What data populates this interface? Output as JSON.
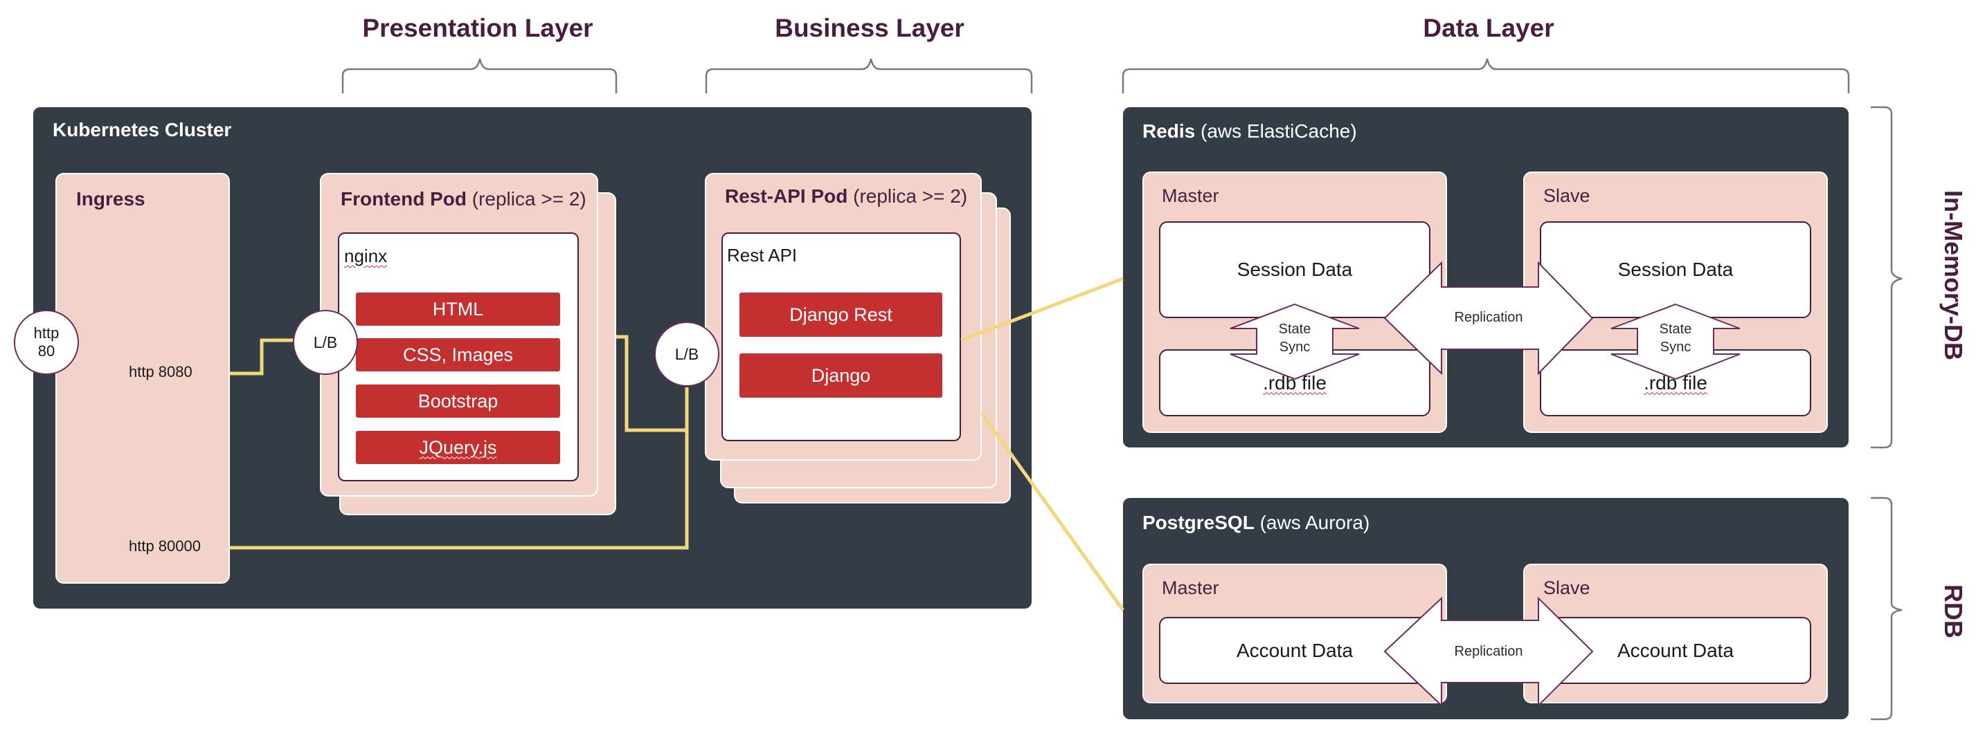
{
  "layers": {
    "presentation": "Presentation Layer",
    "business": "Business Layer",
    "data": "Data Layer",
    "in_memory": "In-Memory-DB",
    "rdb": "RDB"
  },
  "cluster": {
    "title": "Kubernetes Cluster",
    "ingress": {
      "title": "Ingress",
      "http_in": "http\n80",
      "port_8080": "http  8080",
      "port_80000": "http  80000"
    },
    "lb": "L/B",
    "frontend": {
      "title": "Frontend Pod",
      "note": "(replica >= 2)",
      "server": "nginx",
      "items": [
        "HTML",
        "CSS, Images",
        "Bootstrap",
        "JQuery.js"
      ]
    },
    "restapi": {
      "title": "Rest-API Pod",
      "note": "(replica >= 2)",
      "server": "Rest API",
      "items": [
        "Django Rest",
        "Django"
      ]
    }
  },
  "redis": {
    "title": "Redis",
    "note": "(aws ElastiCache)",
    "master": "Master",
    "slave": "Slave",
    "session": "Session Data",
    "rdb_file": ".rdb file",
    "state_sync": "State\nSync",
    "replication": "Replication"
  },
  "postgres": {
    "title": "PostgreSQL",
    "note": "(aws Aurora)",
    "master": "Master",
    "slave": "Slave",
    "account": "Account Data",
    "replication": "Replication"
  },
  "colors": {
    "dark_panel": "#343c46",
    "pink": "#f2d3ca",
    "red": "#c43030",
    "accent_purple": "#4a1d3f",
    "connector_yellow": "#f3d77e"
  }
}
